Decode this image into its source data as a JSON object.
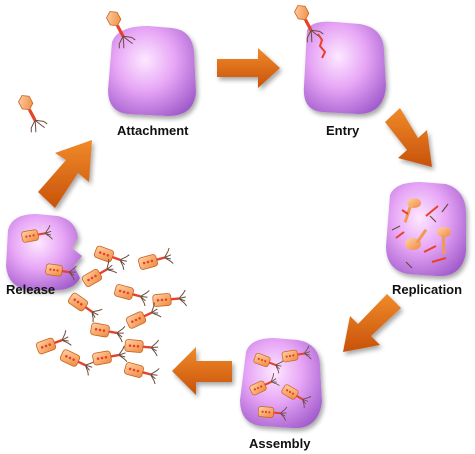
{
  "diagram": {
    "stages": [
      {
        "key": "attachment",
        "label": "Attachment"
      },
      {
        "key": "entry",
        "label": "Entry"
      },
      {
        "key": "replication",
        "label": "Replication"
      },
      {
        "key": "assembly",
        "label": "Assembly"
      },
      {
        "key": "release",
        "label": "Release"
      }
    ],
    "colors": {
      "cell_light": "#f6c8ff",
      "cell_mid": "#d892f0",
      "cell_dark": "#9b55c8",
      "arrow": "#e0660f",
      "phage_head": "#f7a463",
      "phage_tail": "#e8412a",
      "phage_legs": "#6b4b3e"
    }
  }
}
